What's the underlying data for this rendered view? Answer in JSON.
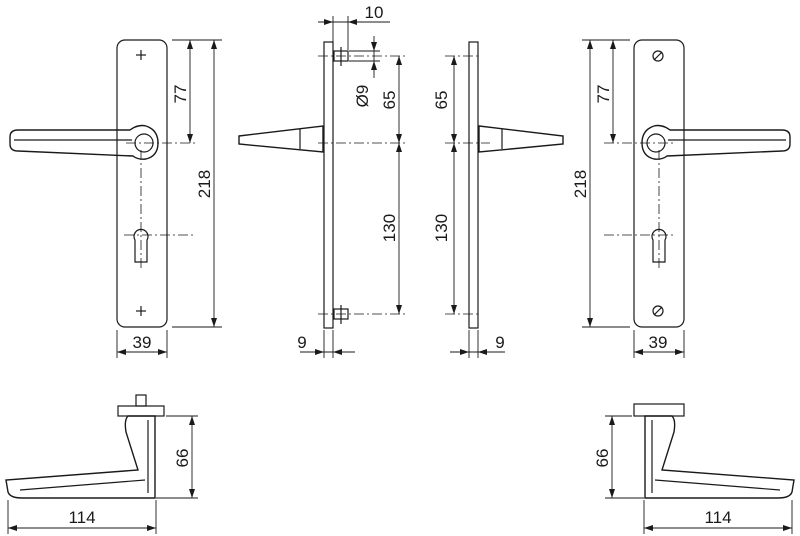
{
  "dimensions": {
    "front_left_top_to_handle": "77",
    "front_left_total_height": "218",
    "front_left_plate_width": "39",
    "side_pin_length": "10",
    "side_pin_diameter": "Ø9",
    "side_left_top_to_handle": "65",
    "side_left_handle_to_bottom_pin": "130",
    "side_left_plate_thickness": "9",
    "side_right_top_to_handle": "65",
    "side_right_handle_to_bottom": "130",
    "side_right_plate_thickness": "9",
    "front_right_top_to_handle": "77",
    "front_right_total_height": "218",
    "front_right_plate_width": "39",
    "top_left_handle_height": "66",
    "top_left_handle_length": "114",
    "top_right_handle_height": "66",
    "top_right_handle_length": "114"
  }
}
